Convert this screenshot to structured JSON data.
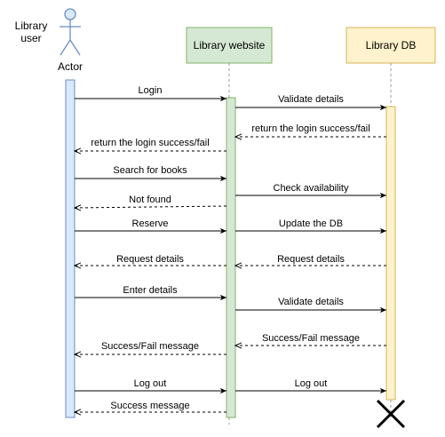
{
  "actor": {
    "role_label_line1": "Library",
    "role_label_line2": "user",
    "name": "Actor"
  },
  "participants": {
    "website": "Library website",
    "db": "Library DB"
  },
  "colors": {
    "actor_activation_fill": "#dae8fc",
    "actor_activation_stroke": "#6c8ebf",
    "website_fill": "#d5e8d4",
    "website_stroke": "#82b366",
    "db_fill": "#fff2cc",
    "db_stroke": "#d6b656",
    "line": "#000000",
    "lifeline": "#999999"
  },
  "messages": [
    {
      "id": "login",
      "text": "Login",
      "from": "actor",
      "to": "website",
      "style": "solid"
    },
    {
      "id": "validate-details-1",
      "text": "Validate details",
      "from": "website",
      "to": "db",
      "style": "solid"
    },
    {
      "id": "return-login-db",
      "text": "return the login success/fail",
      "from": "db",
      "to": "website",
      "style": "dashed"
    },
    {
      "id": "return-login-web",
      "text": "return the login success/fail",
      "from": "website",
      "to": "actor",
      "style": "dashed"
    },
    {
      "id": "search-books",
      "text": "Search for books",
      "from": "actor",
      "to": "website",
      "style": "solid"
    },
    {
      "id": "check-availability",
      "text": "Check availability",
      "from": "website",
      "to": "db",
      "style": "solid"
    },
    {
      "id": "not-found",
      "text": "Not found",
      "from": "website",
      "to": "actor",
      "style": "dashed"
    },
    {
      "id": "reserve",
      "text": "Reserve",
      "from": "actor",
      "to": "website",
      "style": "solid"
    },
    {
      "id": "update-db",
      "text": "Update the DB",
      "from": "website",
      "to": "db",
      "style": "solid"
    },
    {
      "id": "request-details-web",
      "text": "Request details",
      "from": "website",
      "to": "actor",
      "style": "dashed"
    },
    {
      "id": "request-details-db",
      "text": "Request details",
      "from": "db",
      "to": "website",
      "style": "dashed"
    },
    {
      "id": "enter-details",
      "text": "Enter details",
      "from": "actor",
      "to": "website",
      "style": "solid"
    },
    {
      "id": "validate-details-2",
      "text": "Validate details",
      "from": "website",
      "to": "db",
      "style": "solid"
    },
    {
      "id": "success-fail-db",
      "text": "Success/Fail message",
      "from": "db",
      "to": "website",
      "style": "dashed"
    },
    {
      "id": "success-fail-web",
      "text": "Success/Fail message",
      "from": "website",
      "to": "actor",
      "style": "dashed"
    },
    {
      "id": "logout-web",
      "text": "Log out",
      "from": "actor",
      "to": "website",
      "style": "solid"
    },
    {
      "id": "logout-db",
      "text": "Log out",
      "from": "website",
      "to": "db",
      "style": "solid"
    },
    {
      "id": "success-message",
      "text": "Success message",
      "from": "website",
      "to": "actor",
      "style": "dashed"
    }
  ]
}
